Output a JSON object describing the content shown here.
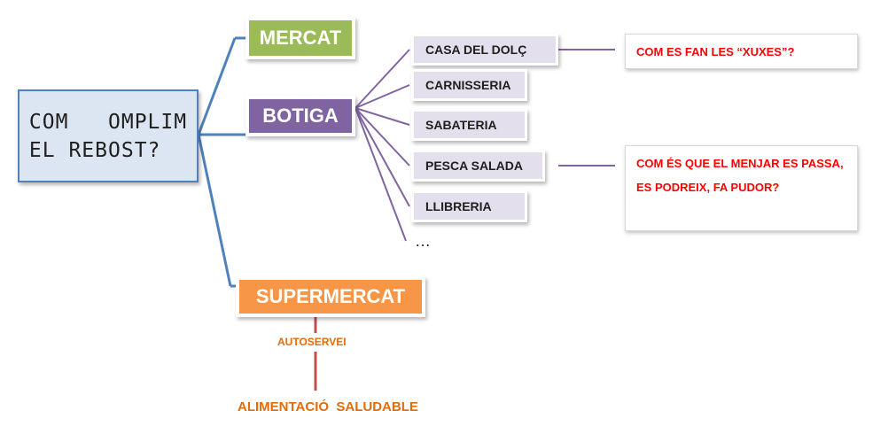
{
  "root": {
    "line1": "COM   OMPLIM",
    "line2": "EL REBOST?"
  },
  "branches": {
    "mercat": "MERCAT",
    "botiga": "BOTIGA",
    "supermercat": "SUPERMERCAT"
  },
  "shops": [
    "CASA DEL DOLÇ",
    "CARNISSERIA",
    "SABATERIA",
    "PESCA  SALADA",
    "LLIBRERIA"
  ],
  "ellipsis": "…",
  "questions": {
    "q1": "COM ES  FAN  LES  “XUXES”?",
    "q2": "COM ÉS QUE EL MENJAR ES PASSA, ES  PODREIX, FA PUDOR?"
  },
  "supermercat_items": {
    "autoservei": "AUTOSERVEI",
    "alimentacio": "ALIMENTACIÓ  SALUDABLE"
  },
  "colors": {
    "root_fill": "#dce6f2",
    "root_border": "#4f81bd",
    "mercat": "#9bbb59",
    "botiga": "#8064a2",
    "supermercat": "#f79646",
    "shop_fill": "#e4dfec",
    "question_text": "#ff0000",
    "supermercat_text": "#e36c09",
    "supermercat_line": "#c0504d"
  }
}
